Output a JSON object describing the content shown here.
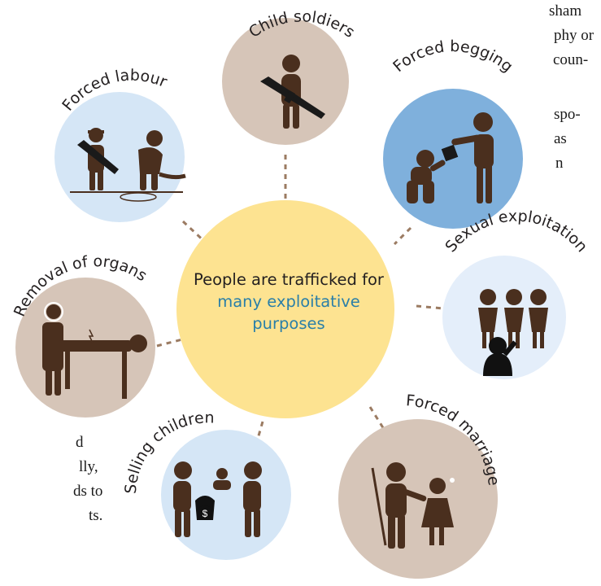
{
  "background_text": {
    "line1": "sham",
    "line2": "phy or",
    "line3": "coun-",
    "line4": "spo-",
    "line5": "as",
    "line6": "n",
    "line7": "d",
    "line8": "lly,",
    "line9": "ds to",
    "line10": "ts."
  },
  "center": {
    "line1": "People are trafficked for",
    "line2": "many exploitative",
    "line3": "purposes"
  },
  "purposes": [
    {
      "label": "Child soldiers",
      "icon": "child-soldier-icon"
    },
    {
      "label": "Forced begging",
      "icon": "begging-icon"
    },
    {
      "label": "Sexual exploitation",
      "icon": "sexual-exploitation-icon"
    },
    {
      "label": "Forced marriage",
      "icon": "forced-marriage-icon"
    },
    {
      "label": "Selling children",
      "icon": "selling-children-icon"
    },
    {
      "label": "Removal of organs",
      "icon": "organ-removal-icon"
    },
    {
      "label": "Forced labour",
      "icon": "forced-labour-icon"
    }
  ],
  "colors": {
    "center_fill": "#fde391",
    "beige_fill": "#d6c5b8",
    "blue_fill": "#7fb0dc",
    "light_blue_fill": "#d5e6f6",
    "pale_blue_fill": "#e4eefa",
    "connector": "#9b7b62",
    "figure": "#4a2f1e",
    "accent_text": "#2a7fa8"
  }
}
